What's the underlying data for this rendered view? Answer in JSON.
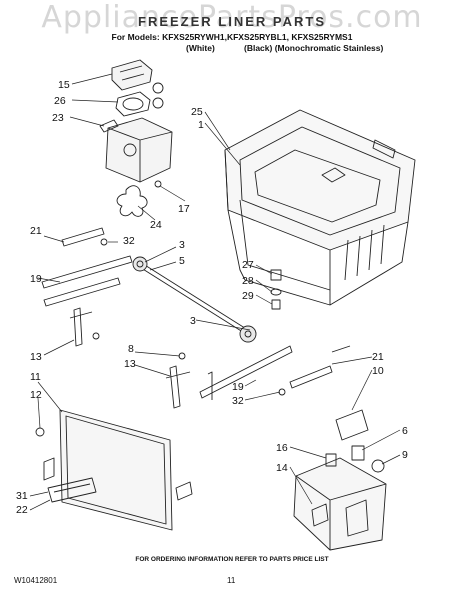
{
  "watermark": "AppliancePartsPros.com",
  "header": {
    "title": "FREEZER LINER PARTS",
    "models": "For Models: KFXS25RYWH1,KFXS25RYBL1, KFXS25RYMS1",
    "variants": [
      "(White)",
      "(Black) (Monochromatic Stainless)"
    ]
  },
  "callouts": [
    {
      "id": "c15",
      "label": "15"
    },
    {
      "id": "c26",
      "label": "26"
    },
    {
      "id": "c23",
      "label": "23"
    },
    {
      "id": "c25",
      "label": "25"
    },
    {
      "id": "c1",
      "label": "1"
    },
    {
      "id": "c17",
      "label": "17"
    },
    {
      "id": "c24",
      "label": "24"
    },
    {
      "id": "c21a",
      "label": "21"
    },
    {
      "id": "c32a",
      "label": "32"
    },
    {
      "id": "c3a",
      "label": "3"
    },
    {
      "id": "c5",
      "label": "5"
    },
    {
      "id": "c19a",
      "label": "19"
    },
    {
      "id": "c27",
      "label": "27"
    },
    {
      "id": "c28",
      "label": "28"
    },
    {
      "id": "c29",
      "label": "29"
    },
    {
      "id": "c3b",
      "label": "3"
    },
    {
      "id": "c13a",
      "label": "13"
    },
    {
      "id": "c8",
      "label": "8"
    },
    {
      "id": "c13b",
      "label": "13"
    },
    {
      "id": "c21b",
      "label": "21"
    },
    {
      "id": "c10",
      "label": "10"
    },
    {
      "id": "c11",
      "label": "11"
    },
    {
      "id": "c19b",
      "label": "19"
    },
    {
      "id": "c32b",
      "label": "32"
    },
    {
      "id": "c12",
      "label": "12"
    },
    {
      "id": "c6",
      "label": "6"
    },
    {
      "id": "c9",
      "label": "9"
    },
    {
      "id": "c16",
      "label": "16"
    },
    {
      "id": "c14",
      "label": "14"
    },
    {
      "id": "c31",
      "label": "31"
    },
    {
      "id": "c22",
      "label": "22"
    }
  ],
  "footer": {
    "note": "FOR ORDERING INFORMATION REFER TO PARTS PRICE LIST",
    "doc_number": "W10412801",
    "page_number": "11"
  }
}
